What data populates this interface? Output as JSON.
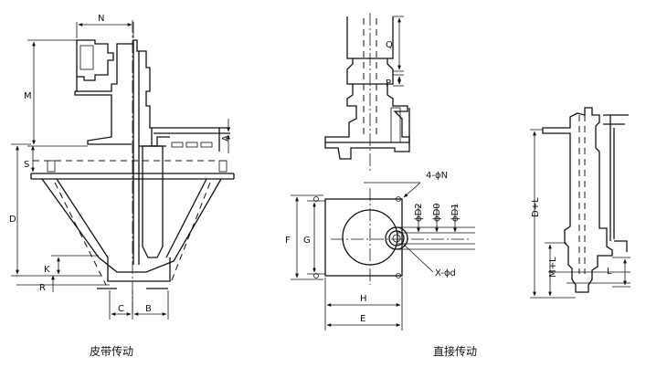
{
  "captions": {
    "belt_drive": "皮带传动",
    "direct_drive": "直接传动"
  },
  "dimension_labels": {
    "N": "N",
    "M": "M",
    "S": "S",
    "D": "D",
    "K": "K",
    "R": "R",
    "C": "C",
    "B": "B",
    "A": "A",
    "Q": "Q",
    "P": "P",
    "four_phi_N": "4-ϕN",
    "phi_D2": "ϕD2",
    "phi_D0": "ϕD0",
    "phi_D1": "ϕD1",
    "F": "F",
    "G": "G",
    "x_phi_d": "X-ϕd",
    "H": "H",
    "E": "E",
    "D_plus_L": "D+L",
    "M_plus_L": "M+L",
    "L": "L"
  }
}
